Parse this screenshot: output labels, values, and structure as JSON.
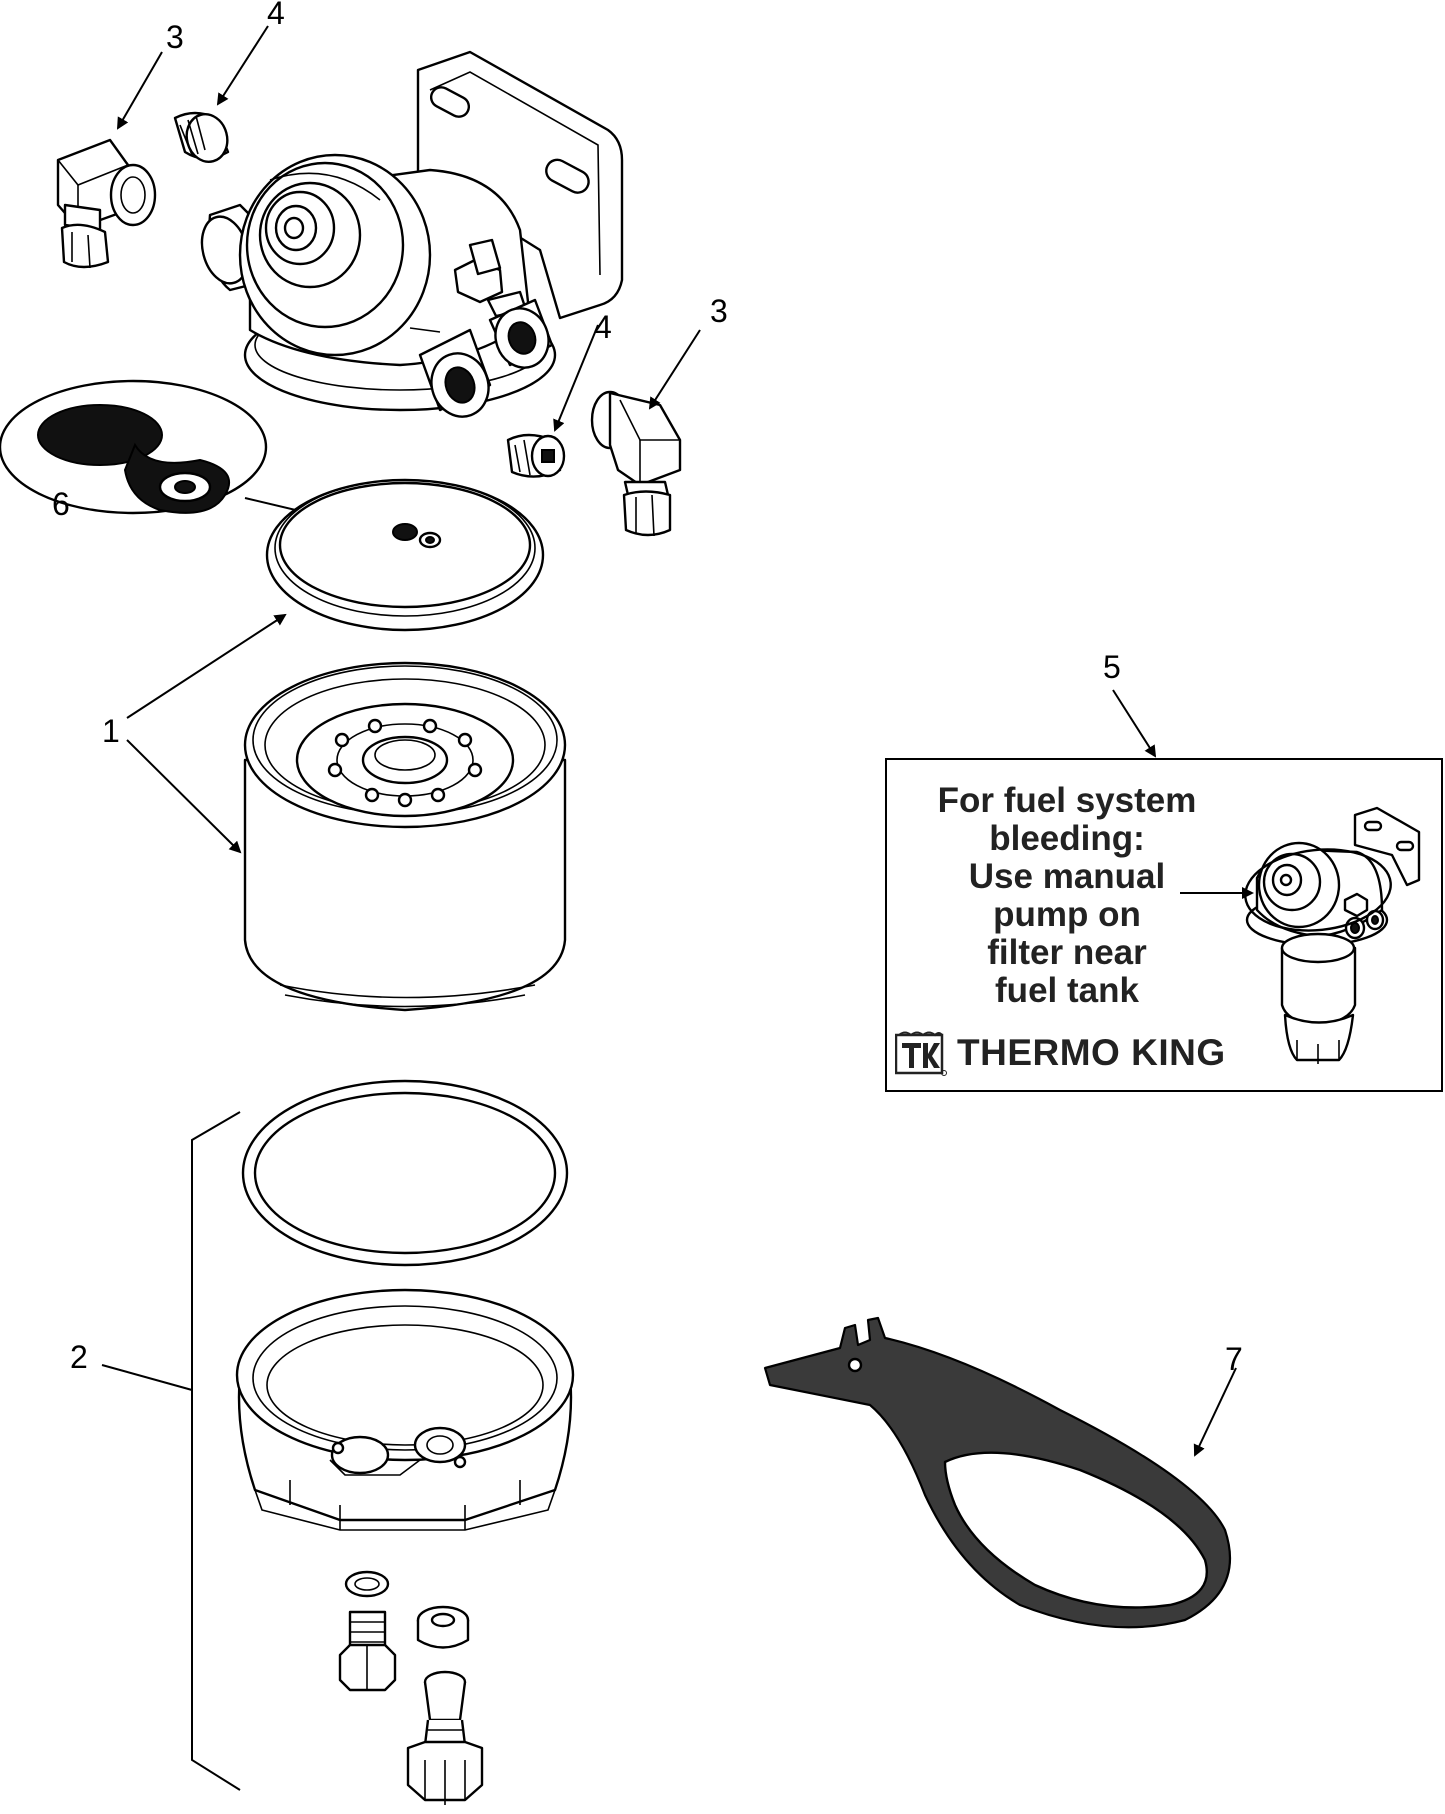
{
  "callouts": {
    "c1": "1",
    "c2": "2",
    "c3a": "3",
    "c3b": "3",
    "c4a": "4",
    "c4b": "4",
    "c5": "5",
    "c6": "6",
    "c7": "7"
  },
  "label": {
    "lines": [
      "For fuel system",
      "bleeding:",
      "Use manual",
      "pump on",
      "filter near",
      "fuel tank"
    ],
    "brand": "THERMO KING"
  }
}
